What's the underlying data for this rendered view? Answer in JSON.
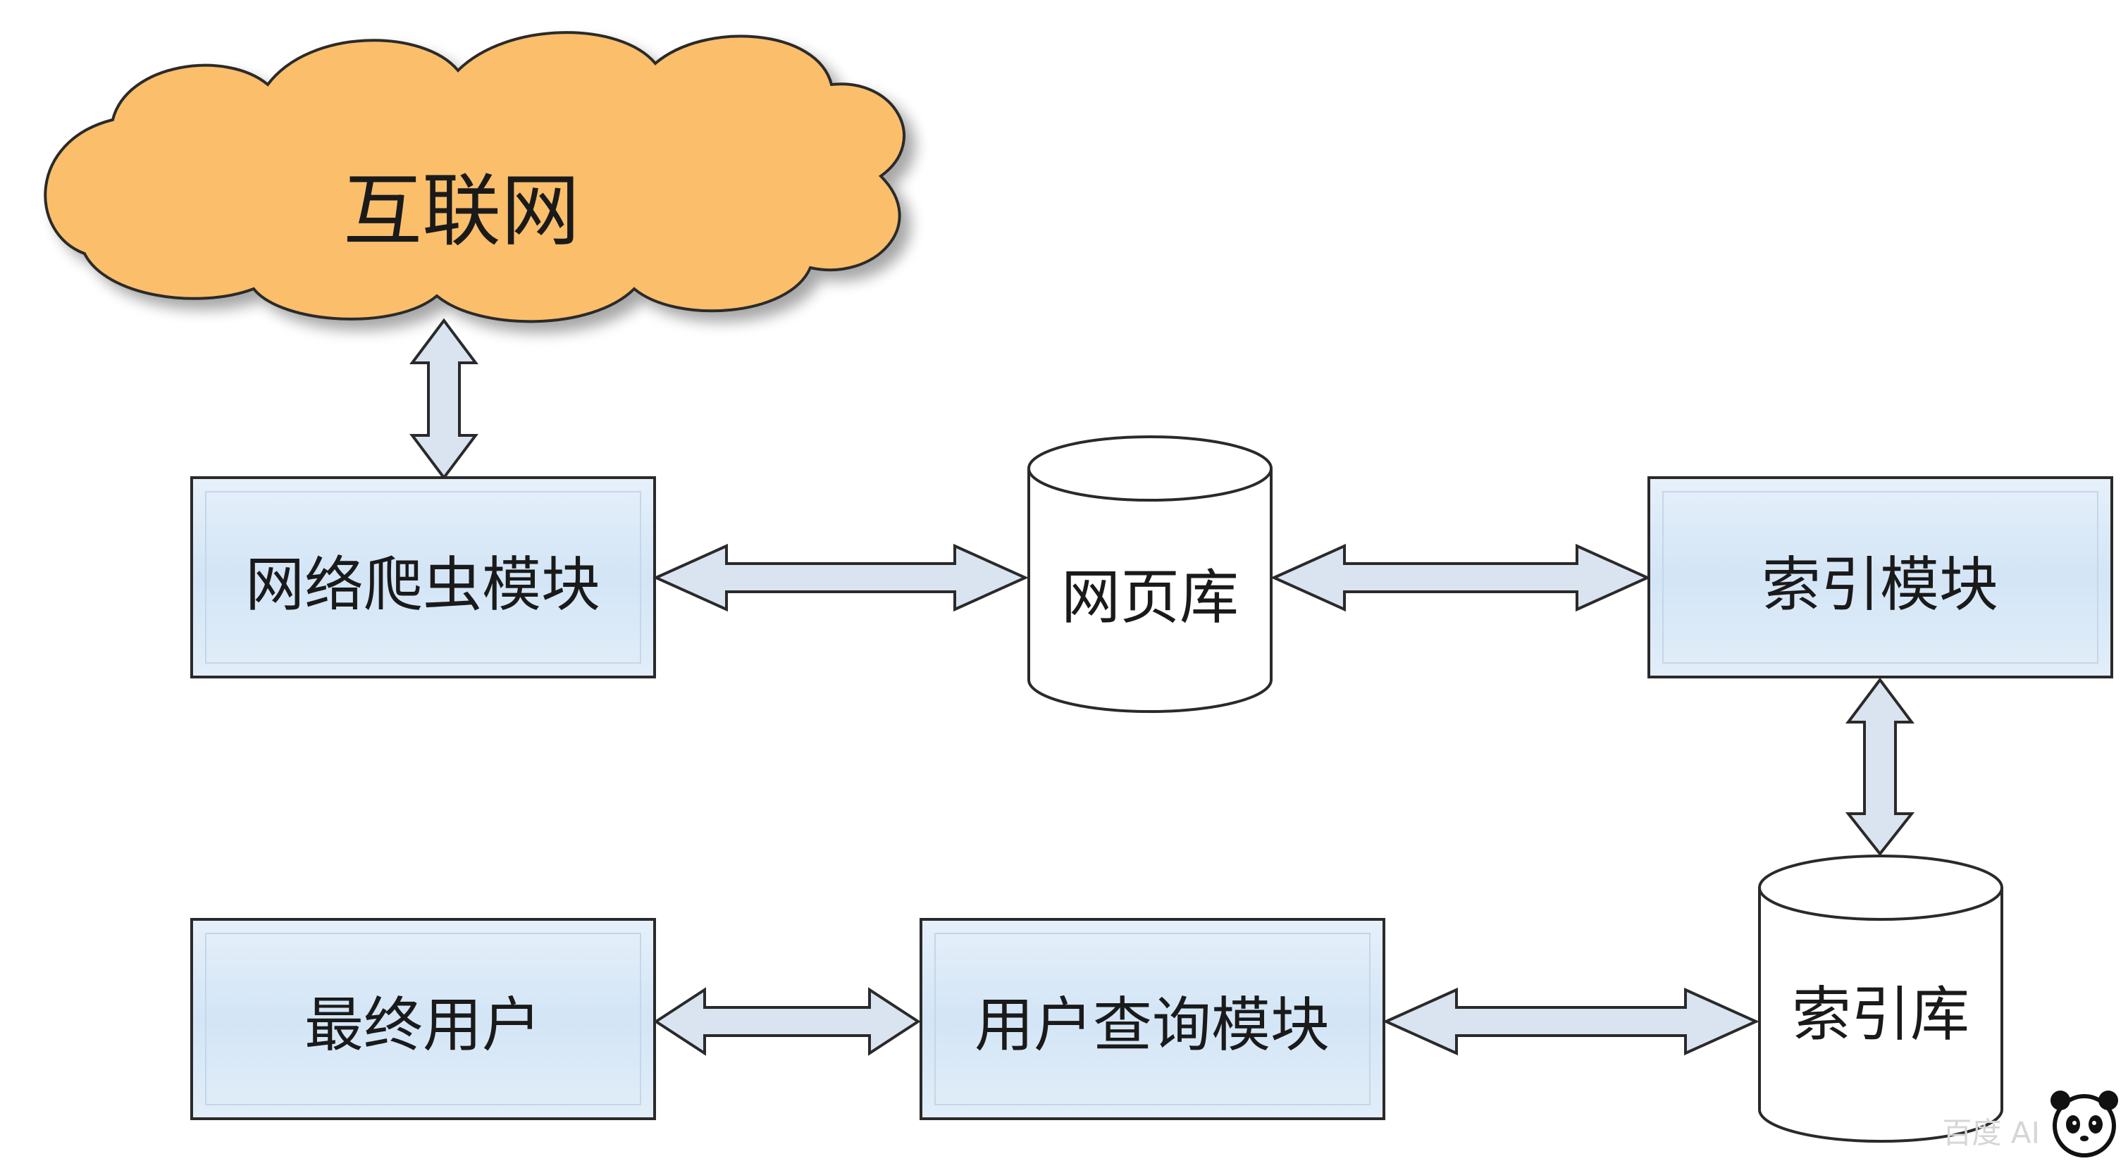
{
  "nodes": {
    "internet": {
      "label": "互联网"
    },
    "crawler": {
      "label": "网络爬虫模块"
    },
    "webpage_db": {
      "label": "网页库"
    },
    "indexer": {
      "label": "索引模块"
    },
    "index_db": {
      "label": "索引库"
    },
    "query": {
      "label": "用户查询模块"
    },
    "end_user": {
      "label": "最终用户"
    }
  },
  "edges": [
    {
      "from": "internet",
      "to": "crawler",
      "direction": "both"
    },
    {
      "from": "crawler",
      "to": "webpage_db",
      "direction": "both"
    },
    {
      "from": "webpage_db",
      "to": "indexer",
      "direction": "both"
    },
    {
      "from": "indexer",
      "to": "index_db",
      "direction": "both"
    },
    {
      "from": "index_db",
      "to": "query",
      "direction": "both"
    },
    {
      "from": "query",
      "to": "end_user",
      "direction": "both"
    }
  ],
  "colors": {
    "cloud_fill": "#fbbe6a",
    "box_fill": "#d6e7f7",
    "arrow_fill": "#d9e4f0",
    "stroke": "#2a2a2a"
  },
  "watermark": {
    "text": "百度 AI",
    "icon": "panda-icon"
  }
}
